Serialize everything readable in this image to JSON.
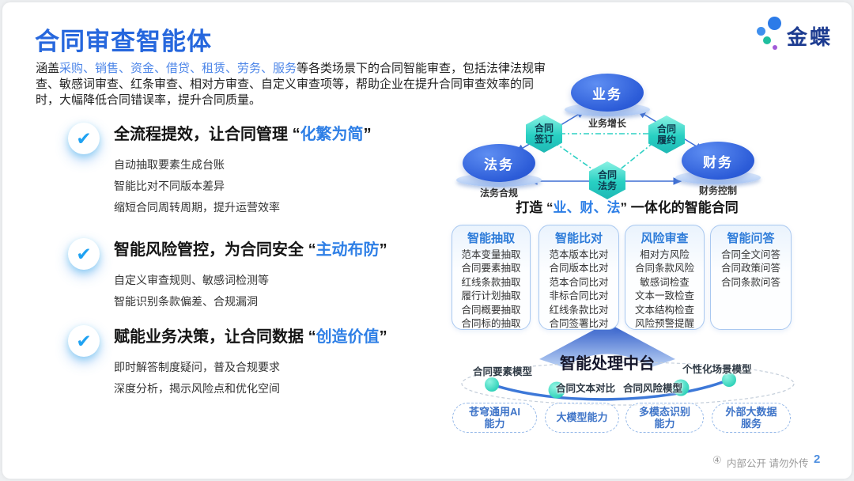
{
  "colors": {
    "accent_blue": "#2667DD",
    "highlight_blue": "#2E7FE6",
    "teal": "#24CDBE",
    "node_blue": "#2C5CD8"
  },
  "logo": {
    "text": "金蝶"
  },
  "header": {
    "title": "合同审查智能体",
    "intro_prefix": "涵盖",
    "intro_scenarios": "采购、销售、资金、借贷、租赁、劳务、服务",
    "intro_rest": "等各类场景下的合同智能审查，包括法律法规审查、敏感词审查、红条审查、相对方审查、自定义审查项等，帮助企业在提升合同审查效率的同时，大幅降低合同错误率，提升合同质量。"
  },
  "features": [
    {
      "title_prefix": "全流程提效，让合同管理",
      "quote_open": "“",
      "title_highlight": "化繁为简",
      "quote_close": "”",
      "points": [
        "自动抽取要素生成台账",
        "智能比对不同版本差异",
        "缩短合同周转周期，提升运营效率"
      ]
    },
    {
      "title_prefix": "智能风险管控，为合同安全",
      "quote_open": "“",
      "title_highlight": "主动布防",
      "quote_close": "”",
      "points": [
        "自定义审查规则、敏感词检测等",
        "智能识别条款偏差、合规漏洞"
      ]
    },
    {
      "title_prefix": "赋能业务决策，让合同数据",
      "quote_open": "“",
      "title_highlight": "创造价值",
      "quote_close": "”",
      "points": [
        "即时解答制度疑问，普及合规要求",
        "深度分析，揭示风险点和优化空间"
      ]
    }
  ],
  "diagram": {
    "nodes": {
      "business": {
        "label": "业务",
        "caption": "业务增长"
      },
      "legal": {
        "label": "法务",
        "caption": "法务合规"
      },
      "finance": {
        "label": "财务",
        "caption": "财务控制"
      }
    },
    "hexagons": {
      "sign": {
        "line1": "合同",
        "line2": "签订"
      },
      "perform": {
        "line1": "合同",
        "line2": "履约"
      },
      "legal": {
        "line1": "合同",
        "line2": "法务"
      }
    },
    "caption_prefix": "打造",
    "caption_quote_open": "“",
    "caption_highlight": "业、财、法",
    "caption_quote_close": "”",
    "caption_suffix": "一体化的智能合同"
  },
  "columns": [
    {
      "title": "智能抽取",
      "items": [
        "范本变量抽取",
        "合同要素抽取",
        "红线条款抽取",
        "履行计划抽取",
        "合同概要抽取",
        "合同标的抽取"
      ]
    },
    {
      "title": "智能比对",
      "items": [
        "范本版本比对",
        "合同版本比对",
        "范本合同比对",
        "非标合同比对",
        "红线条款比对",
        "合同签署比对"
      ]
    },
    {
      "title": "风险审查",
      "items": [
        "相对方风险",
        "合同条款风险",
        "敏感词检查",
        "文本一致检查",
        "文本结构检查",
        "风险预警提醒"
      ]
    },
    {
      "title": "智能问答",
      "items": [
        "合同全文问答",
        "合同政策问答",
        "合同条款问答"
      ]
    }
  ],
  "platform": {
    "label": "智能处理中台",
    "models": [
      "合同要素模型",
      "合同文本对比",
      "合同风险模型",
      "个性化场景模型"
    ]
  },
  "foundation": [
    {
      "line1": "苍穹通用AI",
      "line2": "能力"
    },
    {
      "line1": "大模型能力",
      "line2": ""
    },
    {
      "line1": "多模态识别",
      "line2": "能力"
    },
    {
      "line1": "外部大数据",
      "line2": "服务"
    }
  ],
  "footer": {
    "icon_glyph": "④",
    "classification": "内部公开 请勿外传",
    "page": "2"
  }
}
